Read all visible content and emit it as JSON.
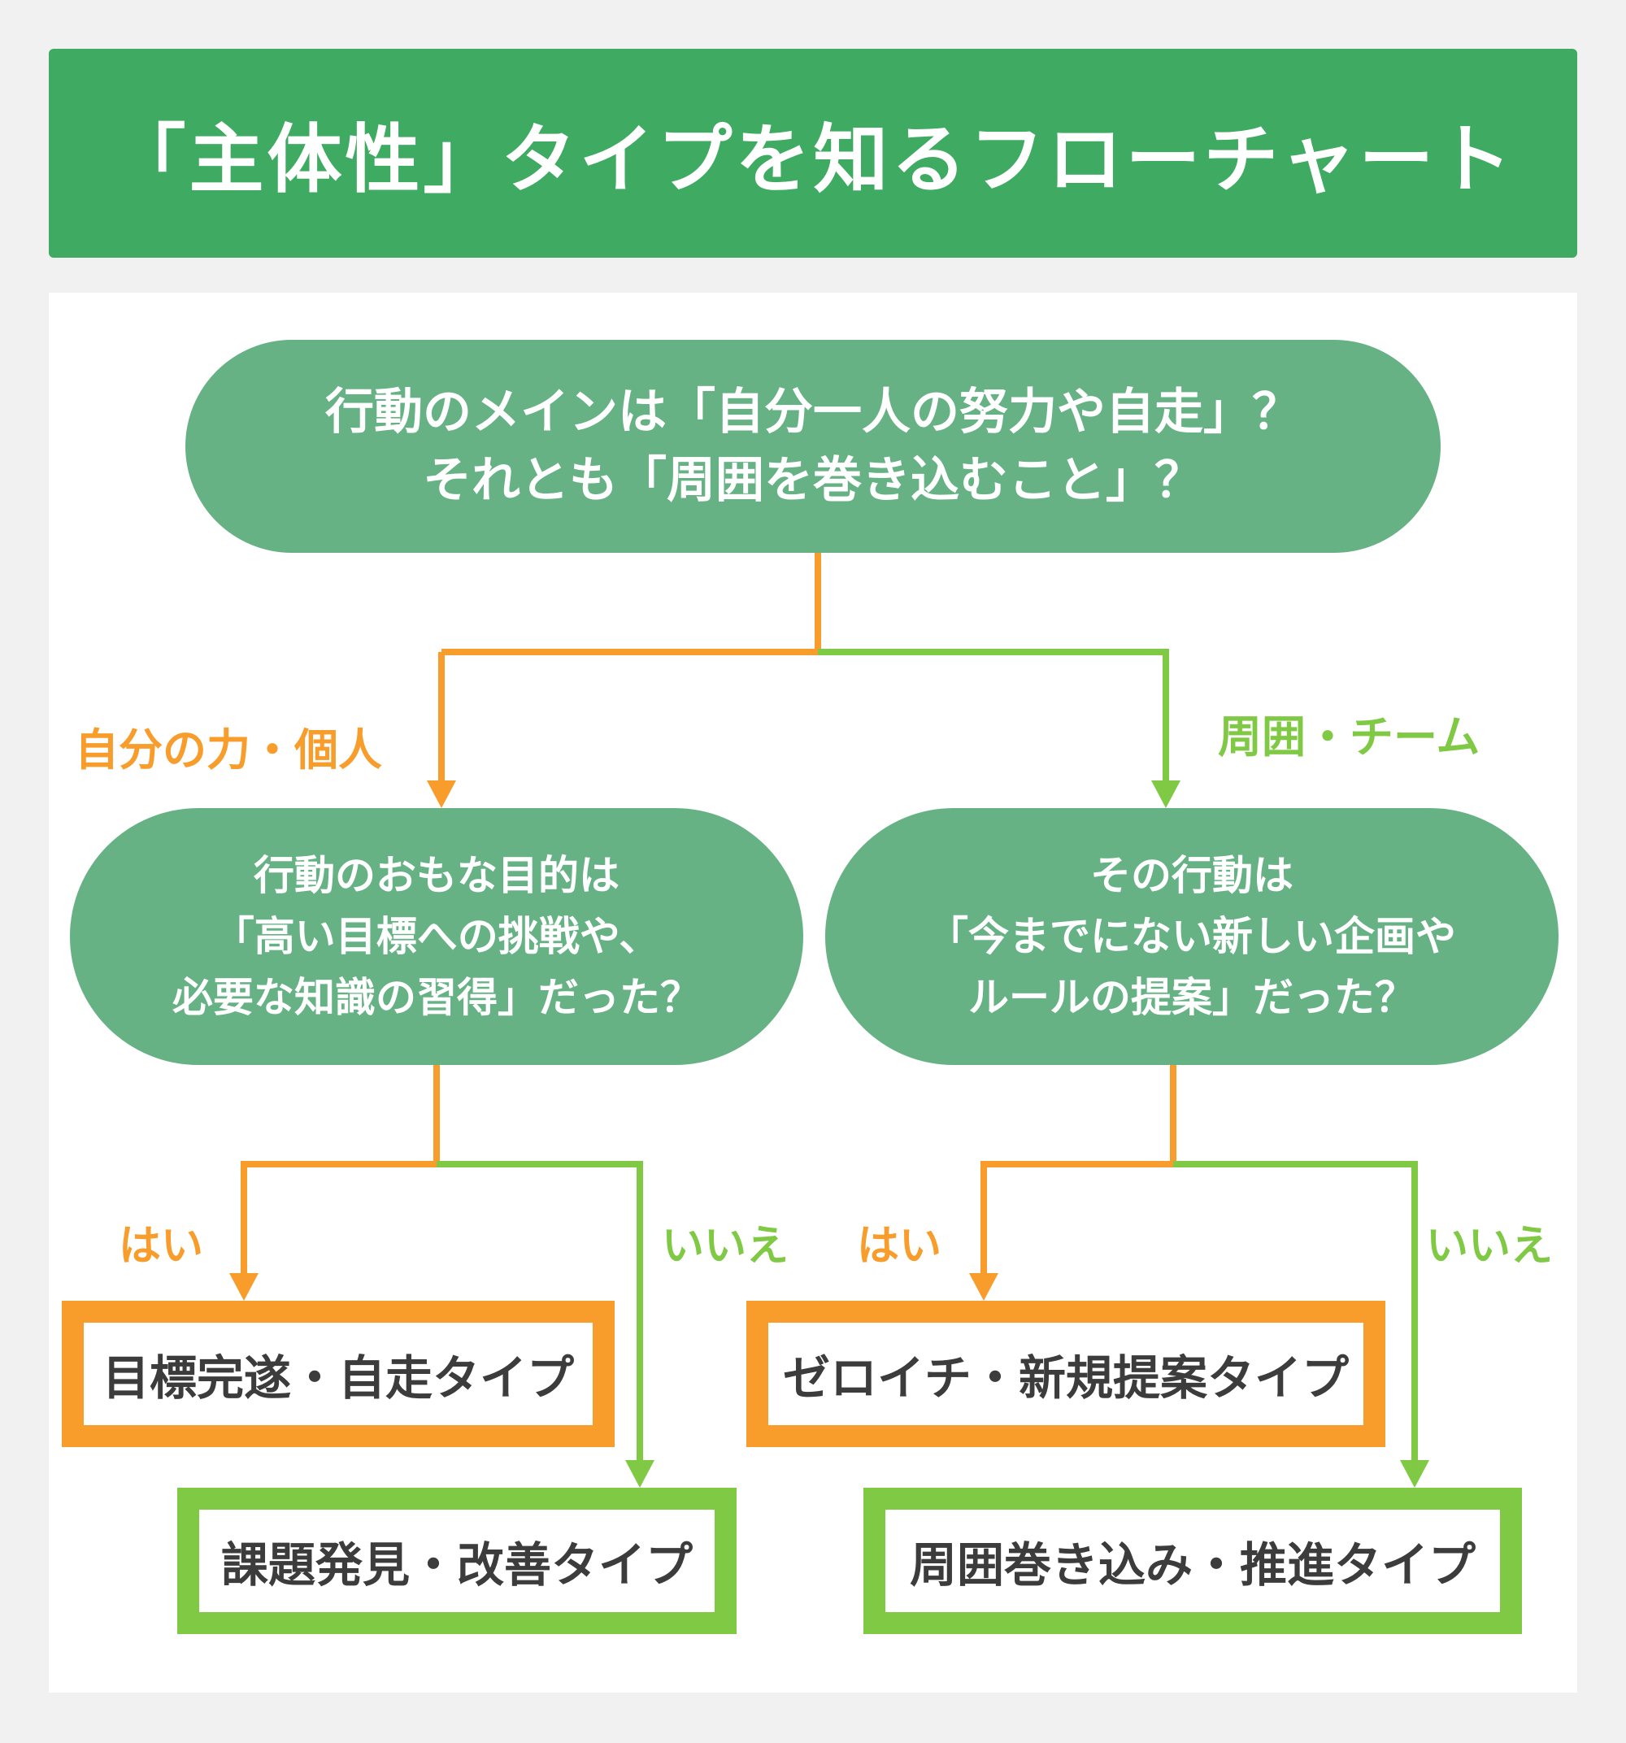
{
  "header": {
    "title": "「主体性」タイプを知るフローチャート"
  },
  "questions": {
    "q1": [
      "行動のメインは「自分一人の努力や自走」？",
      "それとも「周囲を巻き込むこと」？"
    ],
    "q2": [
      "行動のおもな目的は",
      "「高い目標への挑戦や、",
      "必要な知識の習得」だった？"
    ],
    "q3": [
      "その行動は",
      "「今までにない新しい企画や",
      "ルールの提案」だった？"
    ]
  },
  "branches": {
    "self": "自分の力・個人",
    "team": "周囲・チーム",
    "yes": "はい",
    "no": "いいえ"
  },
  "results": {
    "r1": "目標完遂・自走タイプ",
    "r2": "課題発見・改善タイプ",
    "r3": "ゼロイチ・新規提案タイプ",
    "r4": "周囲巻き込み・推進タイプ"
  },
  "colors": {
    "header": "#3eaa62",
    "node": "#66b285",
    "orange": "#f89c2b",
    "green": "#80c945"
  }
}
